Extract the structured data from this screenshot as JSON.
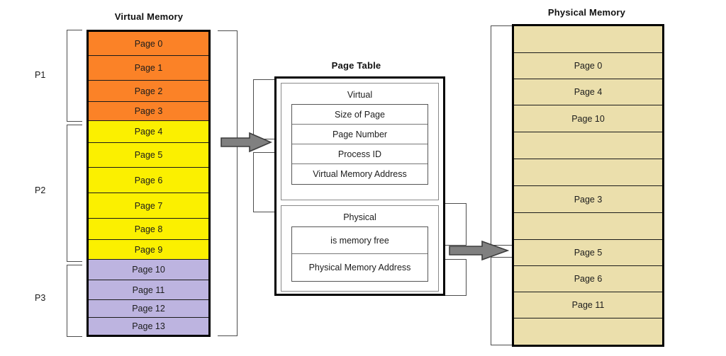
{
  "diagram": {
    "title_virtual": "Virtual Memory",
    "title_page_table": "Page Table",
    "title_physical": "Physical Memory"
  },
  "colors": {
    "p1_orange": "#FB8227",
    "p2_yellow": "#FBF000",
    "p3_purple": "#BDB4E0",
    "physical_tan": "#EBDFAC",
    "border": "#000000",
    "connector": "#4D4D4D",
    "arrow_fill": "#808080"
  },
  "virtual_memory": {
    "label": "Virtual Memory",
    "rows": [
      {
        "label": "Page 0",
        "color": "#FB8227",
        "process": "P1"
      },
      {
        "label": "Page 1",
        "color": "#FB8227",
        "process": "P1"
      },
      {
        "label": "Page 2",
        "color": "#FB8227",
        "process": "P1"
      },
      {
        "label": "Page 3",
        "color": "#FB8227",
        "process": "P1"
      },
      {
        "label": "Page 4",
        "color": "#FBF000",
        "process": "P2"
      },
      {
        "label": "Page 5",
        "color": "#FBF000",
        "process": "P2"
      },
      {
        "label": "Page 6",
        "color": "#FBF000",
        "process": "P2"
      },
      {
        "label": "Page 7",
        "color": "#FBF000",
        "process": "P2"
      },
      {
        "label": "Page 8",
        "color": "#FBF000",
        "process": "P2"
      },
      {
        "label": "Page 9",
        "color": "#FBF000",
        "process": "P2"
      },
      {
        "label": "Page 10",
        "color": "#BDB4E0",
        "process": "P3"
      },
      {
        "label": "Page 11",
        "color": "#BDB4E0",
        "process": "P3"
      },
      {
        "label": "Page 12",
        "color": "#BDB4E0",
        "process": "P3"
      },
      {
        "label": "Page 13",
        "color": "#BDB4E0",
        "process": "P3"
      }
    ]
  },
  "processes": [
    {
      "label": "P1"
    },
    {
      "label": "P2"
    },
    {
      "label": "P3"
    }
  ],
  "page_table": {
    "label": "Page Table",
    "sections": [
      {
        "title": "Virtual",
        "fields": [
          {
            "label": "Size of Page"
          },
          {
            "label": "Page Number"
          },
          {
            "label": "Process ID"
          },
          {
            "label": "Virtual Memory Address"
          }
        ]
      },
      {
        "title": "Physical",
        "fields": [
          {
            "label": "is memory free"
          },
          {
            "label": "Physical Memory Address"
          }
        ]
      }
    ]
  },
  "physical_memory": {
    "label": "Physical Memory",
    "rows": [
      {
        "label": ""
      },
      {
        "label": "Page 0"
      },
      {
        "label": "Page 4"
      },
      {
        "label": "Page 10"
      },
      {
        "label": ""
      },
      {
        "label": ""
      },
      {
        "label": "Page 3"
      },
      {
        "label": ""
      },
      {
        "label": "Page 5"
      },
      {
        "label": "Page 6"
      },
      {
        "label": "Page 11"
      },
      {
        "label": ""
      }
    ]
  },
  "arrows": [
    {
      "name": "virtual-to-page-table",
      "direction": "right"
    },
    {
      "name": "page-table-to-physical",
      "direction": "right"
    }
  ]
}
